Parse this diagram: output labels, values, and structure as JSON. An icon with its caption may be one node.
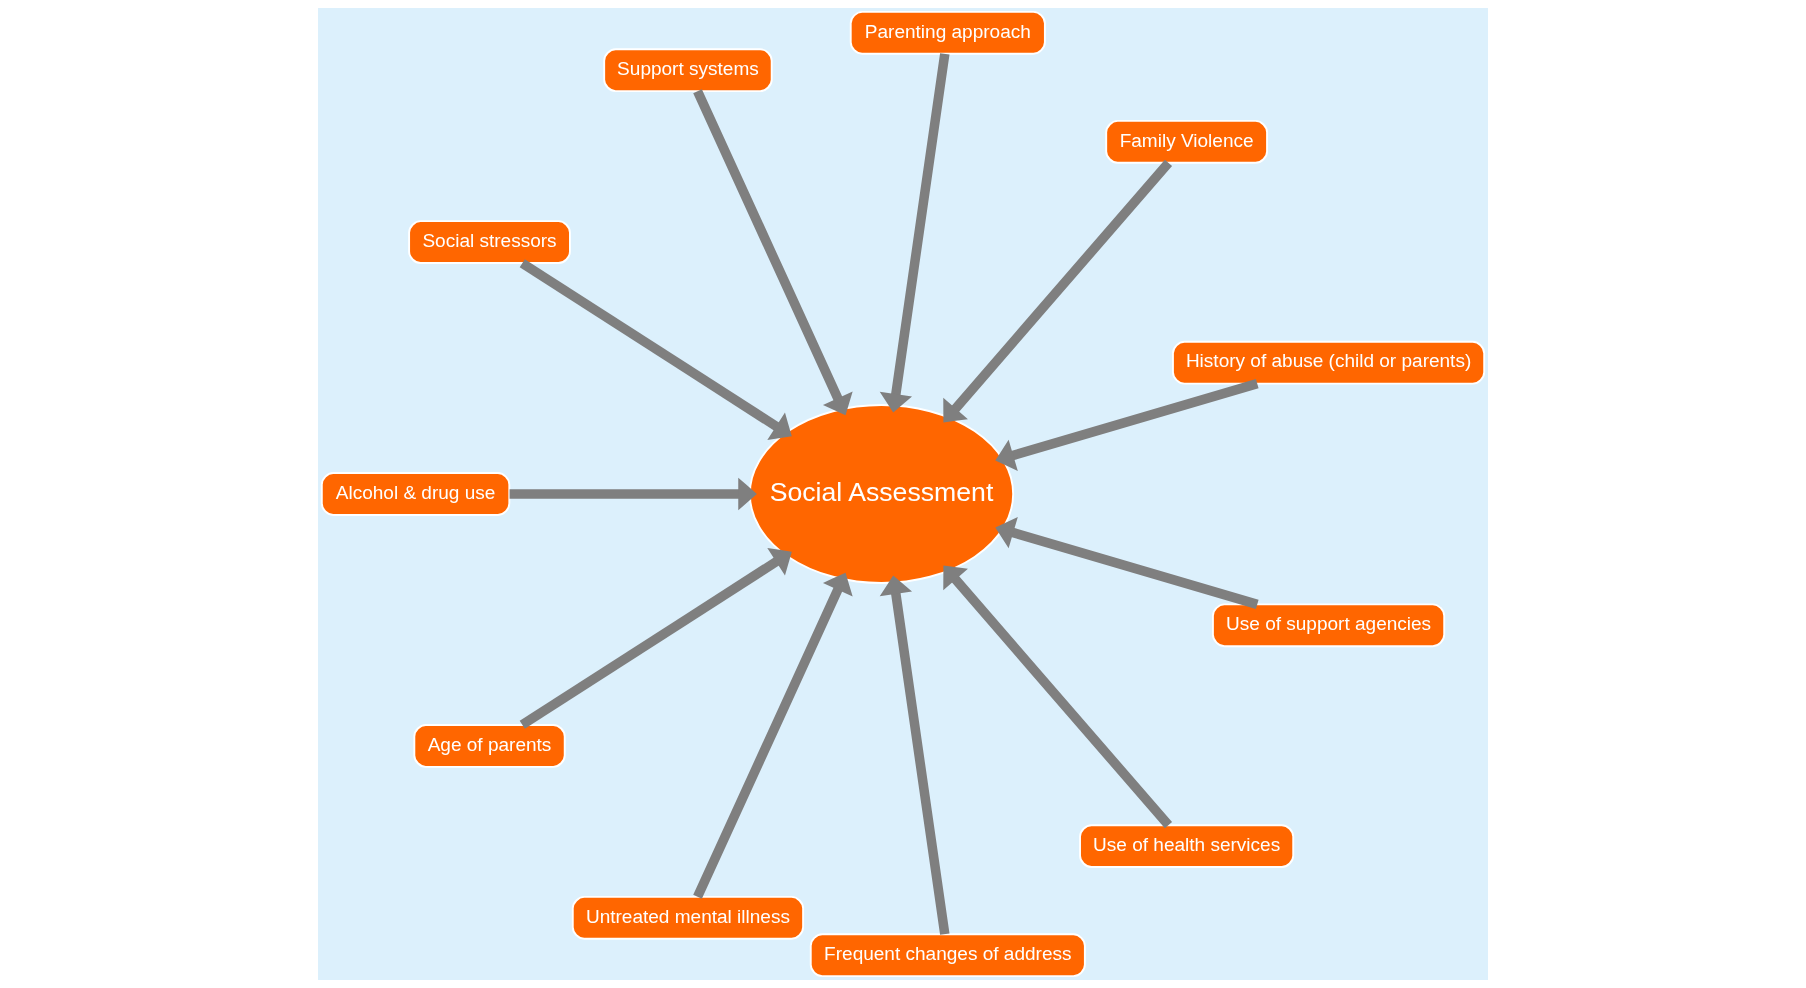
{
  "diagram": {
    "nodes": [
      {
        "text": [
          "History of abuse (child or parents)"
        ]
      },
      {
        "text": [
          "Family Violence"
        ]
      },
      {
        "text": [
          "Parenting approach"
        ]
      },
      {
        "text": [
          "Support systems"
        ]
      },
      {
        "text": [
          "Social stressors"
        ]
      },
      {
        "text": [
          "Alcohol & drug use"
        ]
      },
      {
        "text": [
          "Age of parents"
        ]
      },
      {
        "text": [
          "Untreated mental illness"
        ]
      },
      {
        "text": [
          "Frequent changes of address"
        ]
      },
      {
        "text": [
          "Use of health services"
        ]
      },
      {
        "text": [
          "Use of support agencies"
        ]
      },
      {
        "text": [
          "Social Assessment"
        ]
      }
    ],
    "edges": [
      {
        "from": 0,
        "to": 11,
        "arrow": "to"
      },
      {
        "from": 1,
        "to": 11,
        "arrow": "to"
      },
      {
        "from": 2,
        "to": 11,
        "arrow": "to"
      },
      {
        "from": 3,
        "to": 11,
        "arrow": "to"
      },
      {
        "from": 4,
        "to": 11,
        "arrow": "to"
      },
      {
        "from": 5,
        "to": 11,
        "arrow": "to"
      },
      {
        "from": 6,
        "to": 11,
        "arrow": "to"
      },
      {
        "from": 7,
        "to": 11,
        "arrow": "to"
      },
      {
        "from": 8,
        "to": 11,
        "arrow": "to"
      },
      {
        "from": 9,
        "to": 11,
        "arrow": "to"
      },
      {
        "from": 10,
        "to": 11,
        "arrow": "to"
      }
    ]
  }
}
